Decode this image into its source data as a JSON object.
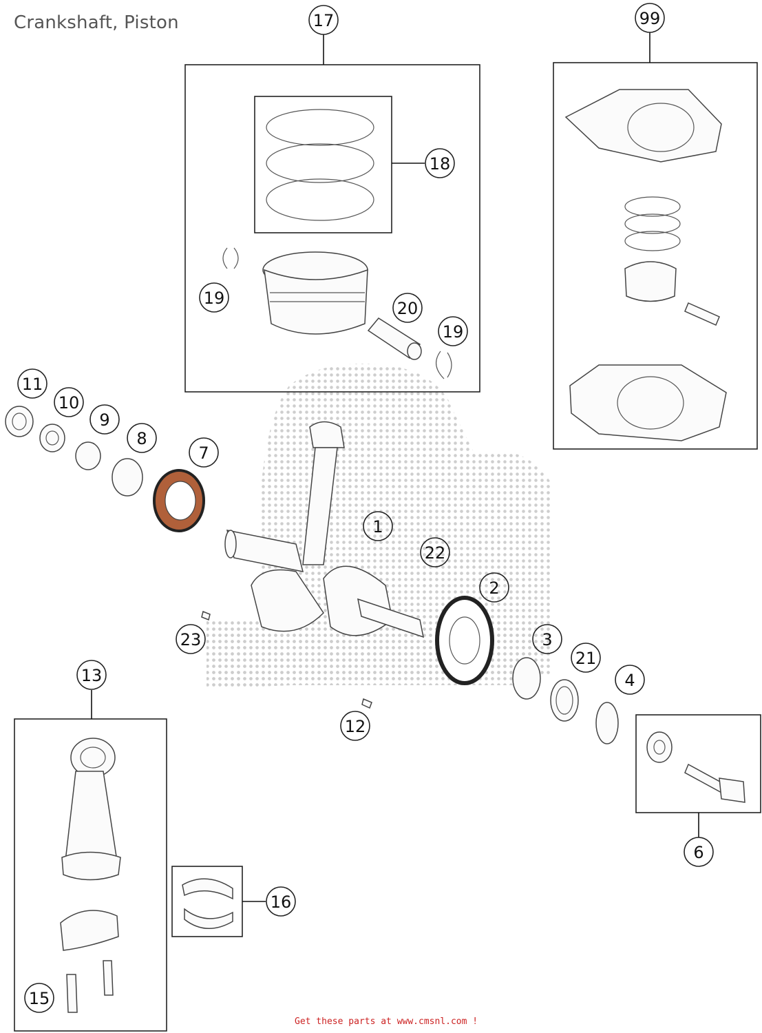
{
  "title": "Crankshaft, Piston",
  "footer": "Get these parts at www.cmsnl.com  !",
  "callouts": {
    "c1": "1",
    "c2": "2",
    "c3": "3",
    "c4": "4",
    "c6": "6",
    "c7": "7",
    "c8": "8",
    "c9": "9",
    "c10": "10",
    "c11": "11",
    "c12": "12",
    "c13": "13",
    "c15": "15",
    "c16": "16",
    "c17": "17",
    "c18": "18",
    "c19a": "19",
    "c19b": "19",
    "c20": "20",
    "c21": "21",
    "c22": "22",
    "c23": "23",
    "c99": "99"
  },
  "colors": {
    "gear_copper": "#b0603a",
    "watermark": "#c8c8c8",
    "footer_text": "#cc2222"
  }
}
